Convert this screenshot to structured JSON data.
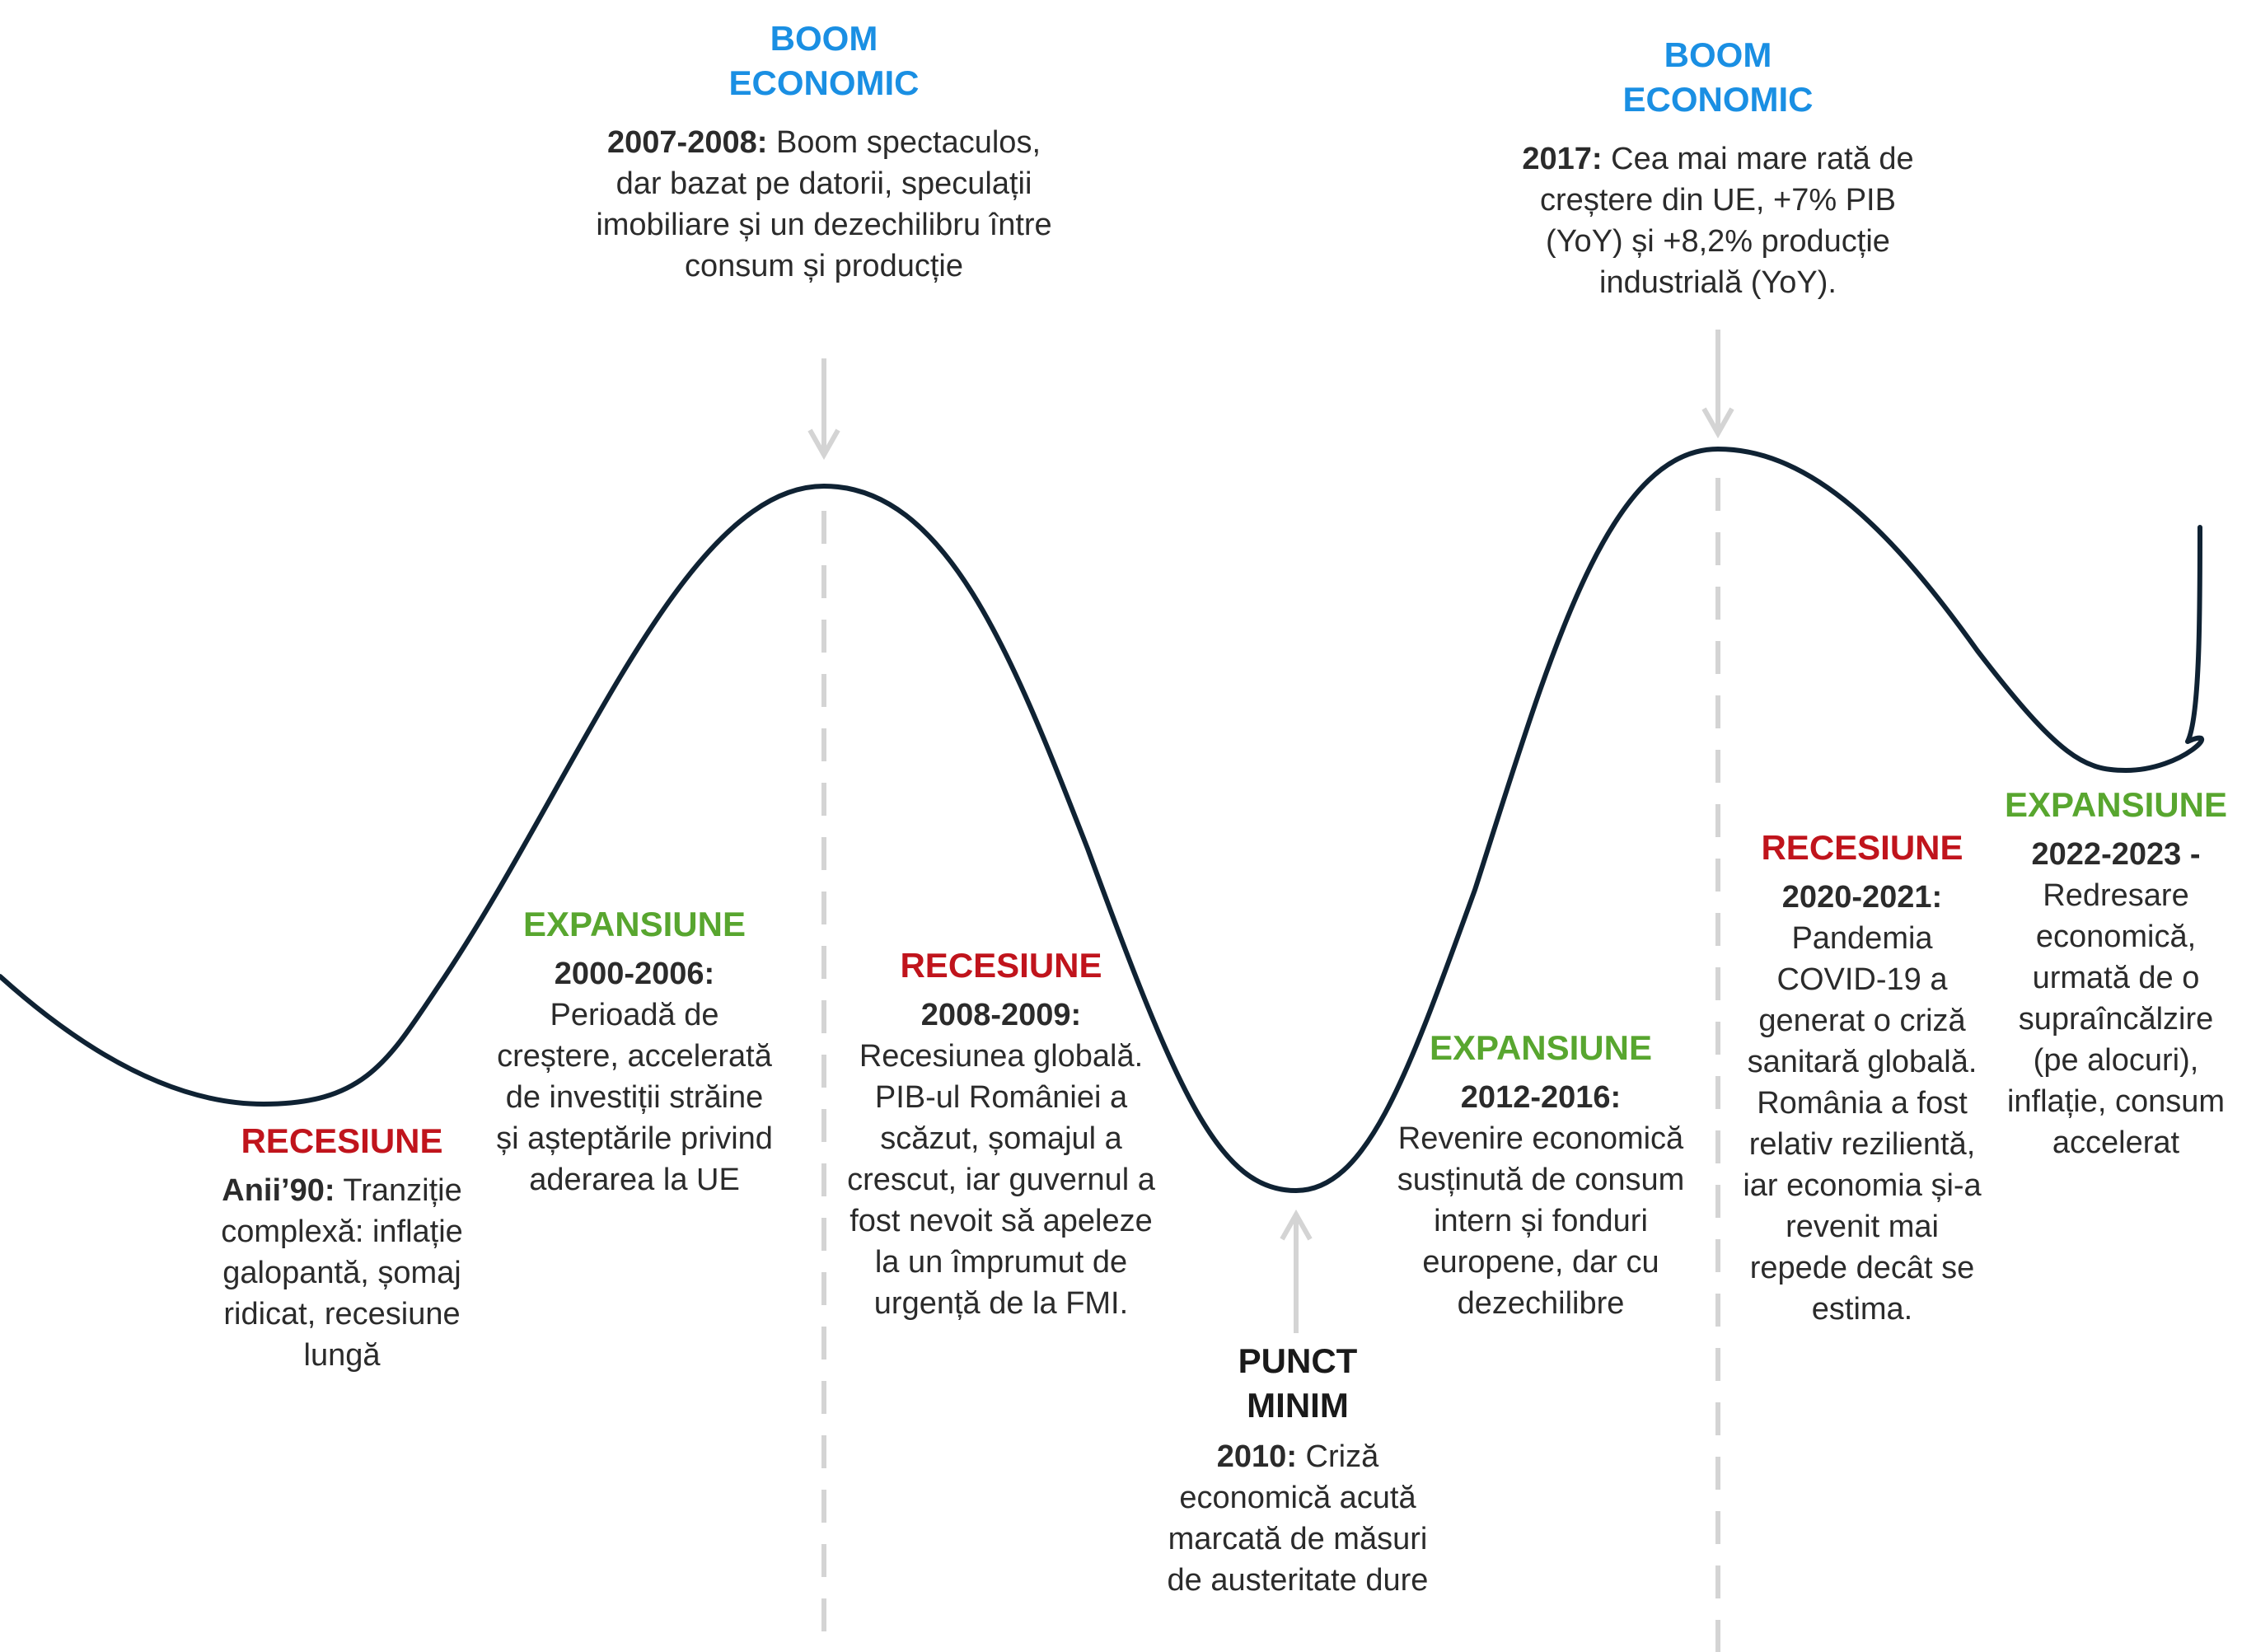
{
  "colors": {
    "curve": "#0f2233",
    "guide": "#d4d4d4",
    "boom": "#1a8fe3",
    "recession": "#c0141c",
    "expansion": "#58a62f",
    "minimum": "#1a1a1a"
  },
  "phases": {
    "recession_90s": {
      "heading": "RECESIUNE",
      "year": "Anii’90:",
      "text": " Tranziție complexă: inflație galopantă, șomaj ridicat, recesiune lungă"
    },
    "expansion_2000": {
      "heading": "EXPANSIUNE",
      "year": "2000-2006:",
      "text": " Perioadă de creștere, accelerată de investiții străine și așteptările privind aderarea la UE"
    },
    "boom_2007": {
      "heading": "BOOM ECONOMIC",
      "year": "2007-2008:",
      "text": " Boom spectaculos, dar bazat pe datorii, speculații imobiliare și un dezechilibru între consum și producție"
    },
    "recession_2008": {
      "heading": "RECESIUNE",
      "year": "2008-2009:",
      "text": " Recesiunea globală. PIB-ul României a scăzut, șomajul a crescut, iar guvernul a fost nevoit să apeleze la un împrumut de urgență de la FMI."
    },
    "minimum_2010": {
      "heading": "PUNCT MINIM",
      "year": "2010:",
      "text": " Criză economică acută marcată de măsuri de austeritate dure"
    },
    "expansion_2012": {
      "heading": "EXPANSIUNE",
      "year": "2012-2016:",
      "text": " Revenire economică susținută de consum intern și fonduri europene, dar cu dezechilibre"
    },
    "boom_2017": {
      "heading": "BOOM ECONOMIC",
      "year": "2017:",
      "text": " Cea mai mare rată de creștere din UE, +7% PIB (YoY) și +8,2% producție industrială (YoY)."
    },
    "recession_2020": {
      "heading": "RECESIUNE",
      "year": "2020-2021:",
      "text": " Pandemia COVID-19 a generat o criză sanitară globală. România a fost relativ rezilientă, iar economia și-a revenit mai repede decât se estima."
    },
    "expansion_2022": {
      "heading": "EXPANSIUNE",
      "year": "2022-2023 -",
      "text": " Redresare economică, urmată de o supraîncălzire (pe alocuri), inflație, consum accelerat"
    }
  }
}
